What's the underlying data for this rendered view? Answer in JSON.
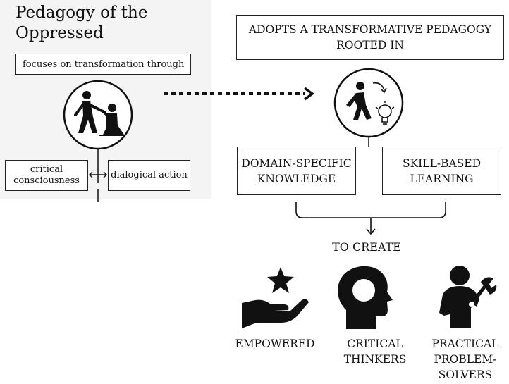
{
  "title": "Pedagogy of the Oppressed",
  "left": {
    "focus": "focuses on transformation through",
    "critical_consciousness": "critical consciousness",
    "dialogical_action": "dialogical action"
  },
  "right": {
    "adopts": "ADOPTS A TRANSFORMATIVE PEDAGOGY ROOTED IN",
    "domain_specific": "DOMAIN-SPECIFIC KNOWLEDGE",
    "skill_based": "SKILL-BASED LEARNING",
    "to_create": "TO CREATE"
  },
  "outcomes": {
    "empowered": "EMPOWERED",
    "critical_thinkers": "CRITICAL THINKERS",
    "practical_problem_solvers": "PRACTICAL PROBLEM-SOLVERS"
  },
  "icons": {
    "helping": "helping-hand-icon",
    "idea": "walking-idea-icon",
    "empowered": "hand-star-icon",
    "critical": "head-profile-icon",
    "practical": "person-wrench-icon"
  }
}
